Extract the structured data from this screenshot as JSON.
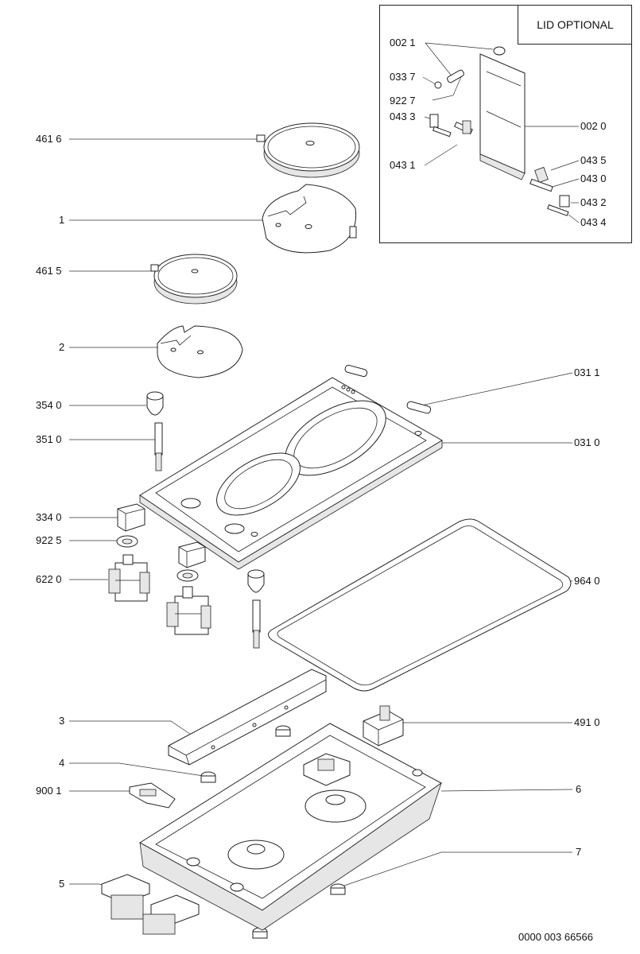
{
  "lid_box": {
    "title": "LID OPTIONAL"
  },
  "document_number": "0000 003 66566",
  "labels": {
    "l_4616": "461 6",
    "l_1": "1",
    "l_4615": "461 5",
    "l_2": "2",
    "l_3540": "354 0",
    "l_3510": "351 0",
    "l_3340": "334 0",
    "l_9225": "922 5",
    "l_6220": "622 0",
    "l_3": "3",
    "l_4": "4",
    "l_9001": "900 1",
    "l_5": "5",
    "l_0311": "031 1",
    "l_0310": "031 0",
    "l_9640": "964 0",
    "l_4910": "491 0",
    "l_6": "6",
    "l_7": "7",
    "l_0021": "002 1",
    "l_0337": "033 7",
    "l_9227": "922 7",
    "l_0433": "043 3",
    "l_0431": "043 1",
    "l_0020": "002 0",
    "l_0435": "043 5",
    "l_0430": "043 0",
    "l_0432": "043 2",
    "l_0434": "043 4"
  }
}
